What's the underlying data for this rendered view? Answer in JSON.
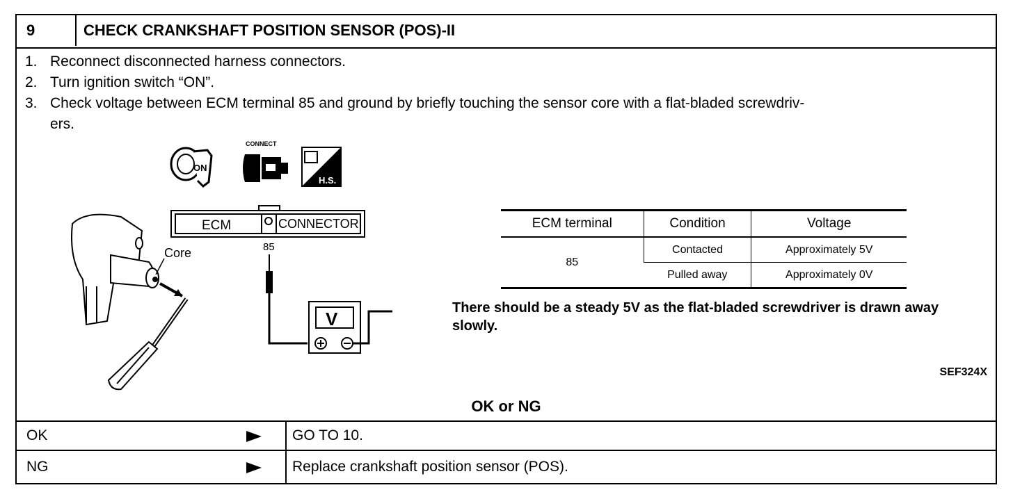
{
  "header": {
    "number": "9",
    "title": "CHECK CRANKSHAFT POSITION SENSOR (POS)-II"
  },
  "steps": [
    {
      "num": "1.",
      "text": "Reconnect disconnected harness connectors."
    },
    {
      "num": "2.",
      "text": "Turn ignition switch “ON”."
    },
    {
      "num": "3.",
      "text": "Check voltage between ECM terminal 85 and ground by briefly touching the sensor core with a flat-bladed screwdriv-",
      "text2": "ers."
    }
  ],
  "diagram": {
    "connect_label": "CONNECT",
    "on_label": "ON",
    "hs_label": "H.S.",
    "ecm_label": "ECM",
    "connector_label": "CONNECTOR",
    "terminal_label": "85",
    "core_label": "Core",
    "meter_label": "V",
    "icons": [
      "ignition-key-icon",
      "connector-icon",
      "harness-side-icon",
      "voltmeter-icon",
      "ground-icon",
      "screwdriver-icon",
      "sensor-icon"
    ]
  },
  "table": {
    "headers": [
      "ECM terminal",
      "Condition",
      "Voltage"
    ],
    "terminal": "85",
    "rows": [
      {
        "condition": "Contacted",
        "voltage": "Approximately 5V"
      },
      {
        "condition": "Pulled away",
        "voltage": "Approximately 0V"
      }
    ]
  },
  "note": "There should be a steady 5V as the flat-bladed screwdriver is drawn away slowly.",
  "figure_id": "SEF324X",
  "ok_or_ng": "OK or NG",
  "results": [
    {
      "key": "OK",
      "value": "GO TO 10."
    },
    {
      "key": "NG",
      "value": "Replace crankshaft position sensor (POS)."
    }
  ]
}
